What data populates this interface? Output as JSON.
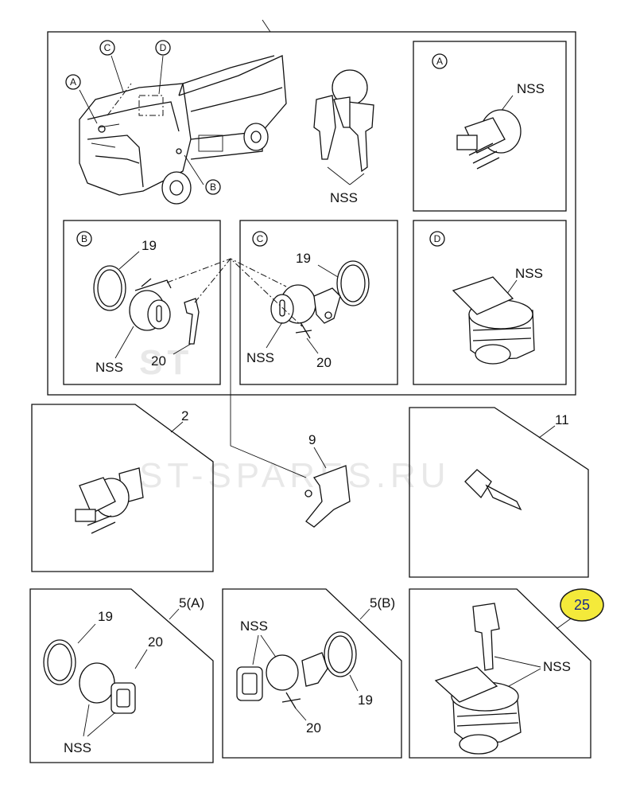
{
  "watermark": {
    "logo_letters": "ST",
    "site": "ST-SPARES.RU"
  },
  "overview": {
    "location_markers": [
      "A",
      "B",
      "C",
      "D"
    ],
    "keys_label": "NSS"
  },
  "detail_panels": [
    {
      "id": "A",
      "labels": [
        "NSS"
      ]
    },
    {
      "id": "B",
      "labels": [
        "19",
        "NSS",
        "20"
      ]
    },
    {
      "id": "C",
      "labels": [
        "19",
        "NSS",
        "20"
      ]
    },
    {
      "id": "D",
      "labels": [
        "NSS"
      ]
    }
  ],
  "part_boxes": [
    {
      "ref": "2",
      "labels": []
    },
    {
      "ref": "9",
      "labels": []
    },
    {
      "ref": "11",
      "labels": []
    },
    {
      "ref": "5(A)",
      "labels": [
        "19",
        "20",
        "NSS"
      ]
    },
    {
      "ref": "5(B)",
      "labels": [
        "NSS",
        "19",
        "20"
      ]
    },
    {
      "ref": "25",
      "labels": [
        "NSS"
      ],
      "highlighted": true
    }
  ],
  "colors": {
    "line": "#111111",
    "highlight_fill": "#f4ea3a",
    "highlight_stroke": "#1a1a1a",
    "watermark": "#d6d6d6"
  }
}
